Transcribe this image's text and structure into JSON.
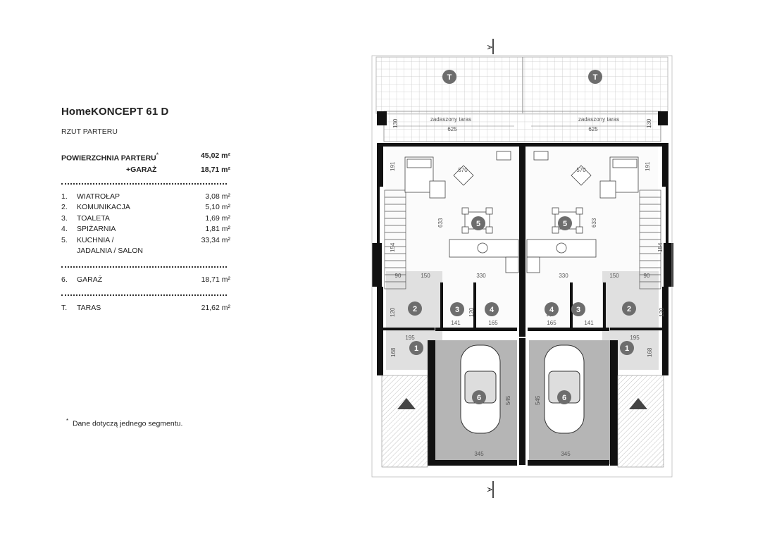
{
  "header": {
    "title": "HomeKONCEPT 61 D",
    "subtitle": "RZUT PARTERU"
  },
  "summary": {
    "floor_label": "POWIERZCHNIA PARTERU",
    "floor_mark": "*",
    "floor_area": "45,02 m²",
    "garage_label": "+GARAŻ",
    "garage_area": "18,71 m²"
  },
  "rooms": [
    {
      "num": "1.",
      "name": "WIATROŁAP",
      "area": "3,08 m²"
    },
    {
      "num": "2.",
      "name": "KOMUNIKACJA",
      "area": "5,10 m²"
    },
    {
      "num": "3.",
      "name": "TOALETA",
      "area": "1,69 m²"
    },
    {
      "num": "4.",
      "name": "SPIŻARNIA",
      "area": "1,81 m²"
    },
    {
      "num": "5.",
      "name": "KUCHNIA /",
      "area": "33,34 m²"
    },
    {
      "num": "",
      "name": "JADALNIA / SALON",
      "area": ""
    }
  ],
  "garage_room": {
    "num": "6.",
    "name": "GARAŻ",
    "area": "18,71 m²"
  },
  "terrace_room": {
    "num": "T.",
    "name": "TARAS",
    "area": "21,62 m²"
  },
  "footnote": {
    "mark": "*",
    "text": "Dane dotyczą jednego segmentu."
  },
  "plan": {
    "section_mark": "A",
    "terrace_tag": "T",
    "covered_terrace": "zadaszony taras",
    "room_tags": [
      "1",
      "2",
      "3",
      "4",
      "5",
      "6"
    ],
    "dims": {
      "d625": "625",
      "d130": "130",
      "d570": "570",
      "d191": "191",
      "d633": "633",
      "d154": "154",
      "d150": "150",
      "d330": "330",
      "d90": "90",
      "d120": "120",
      "d141": "141",
      "d165": "165",
      "d195": "195",
      "d168": "168",
      "d545": "545",
      "d345": "345"
    },
    "colors": {
      "wall": "#111111",
      "garage": "#b5b5b5",
      "hall": "#e0e0e0",
      "tag": "#6d6d6d",
      "terrace_grid": "#c8c8c8"
    }
  }
}
